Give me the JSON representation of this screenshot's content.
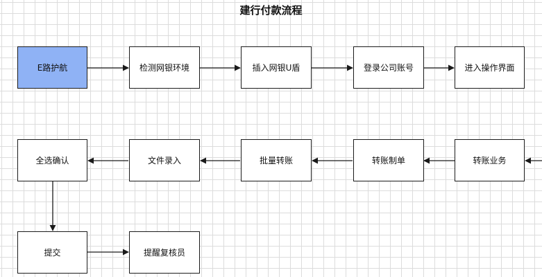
{
  "title": "建行付款流程",
  "highlight_color": "#8fb2f5",
  "nodes": {
    "e_road": "E路护航",
    "check_env": "检测网银环境",
    "insert_ukey": "插入网银U盾",
    "login_account": "登录公司账号",
    "enter_ui": "进入操作界面",
    "transfer_business": "转账业务",
    "transfer_voucher": "转账制单",
    "batch_transfer": "批量转账",
    "file_entry": "文件录入",
    "select_all_confirm": "全选确认",
    "submit": "提交",
    "remind_reviewer": "提醒复核员"
  }
}
